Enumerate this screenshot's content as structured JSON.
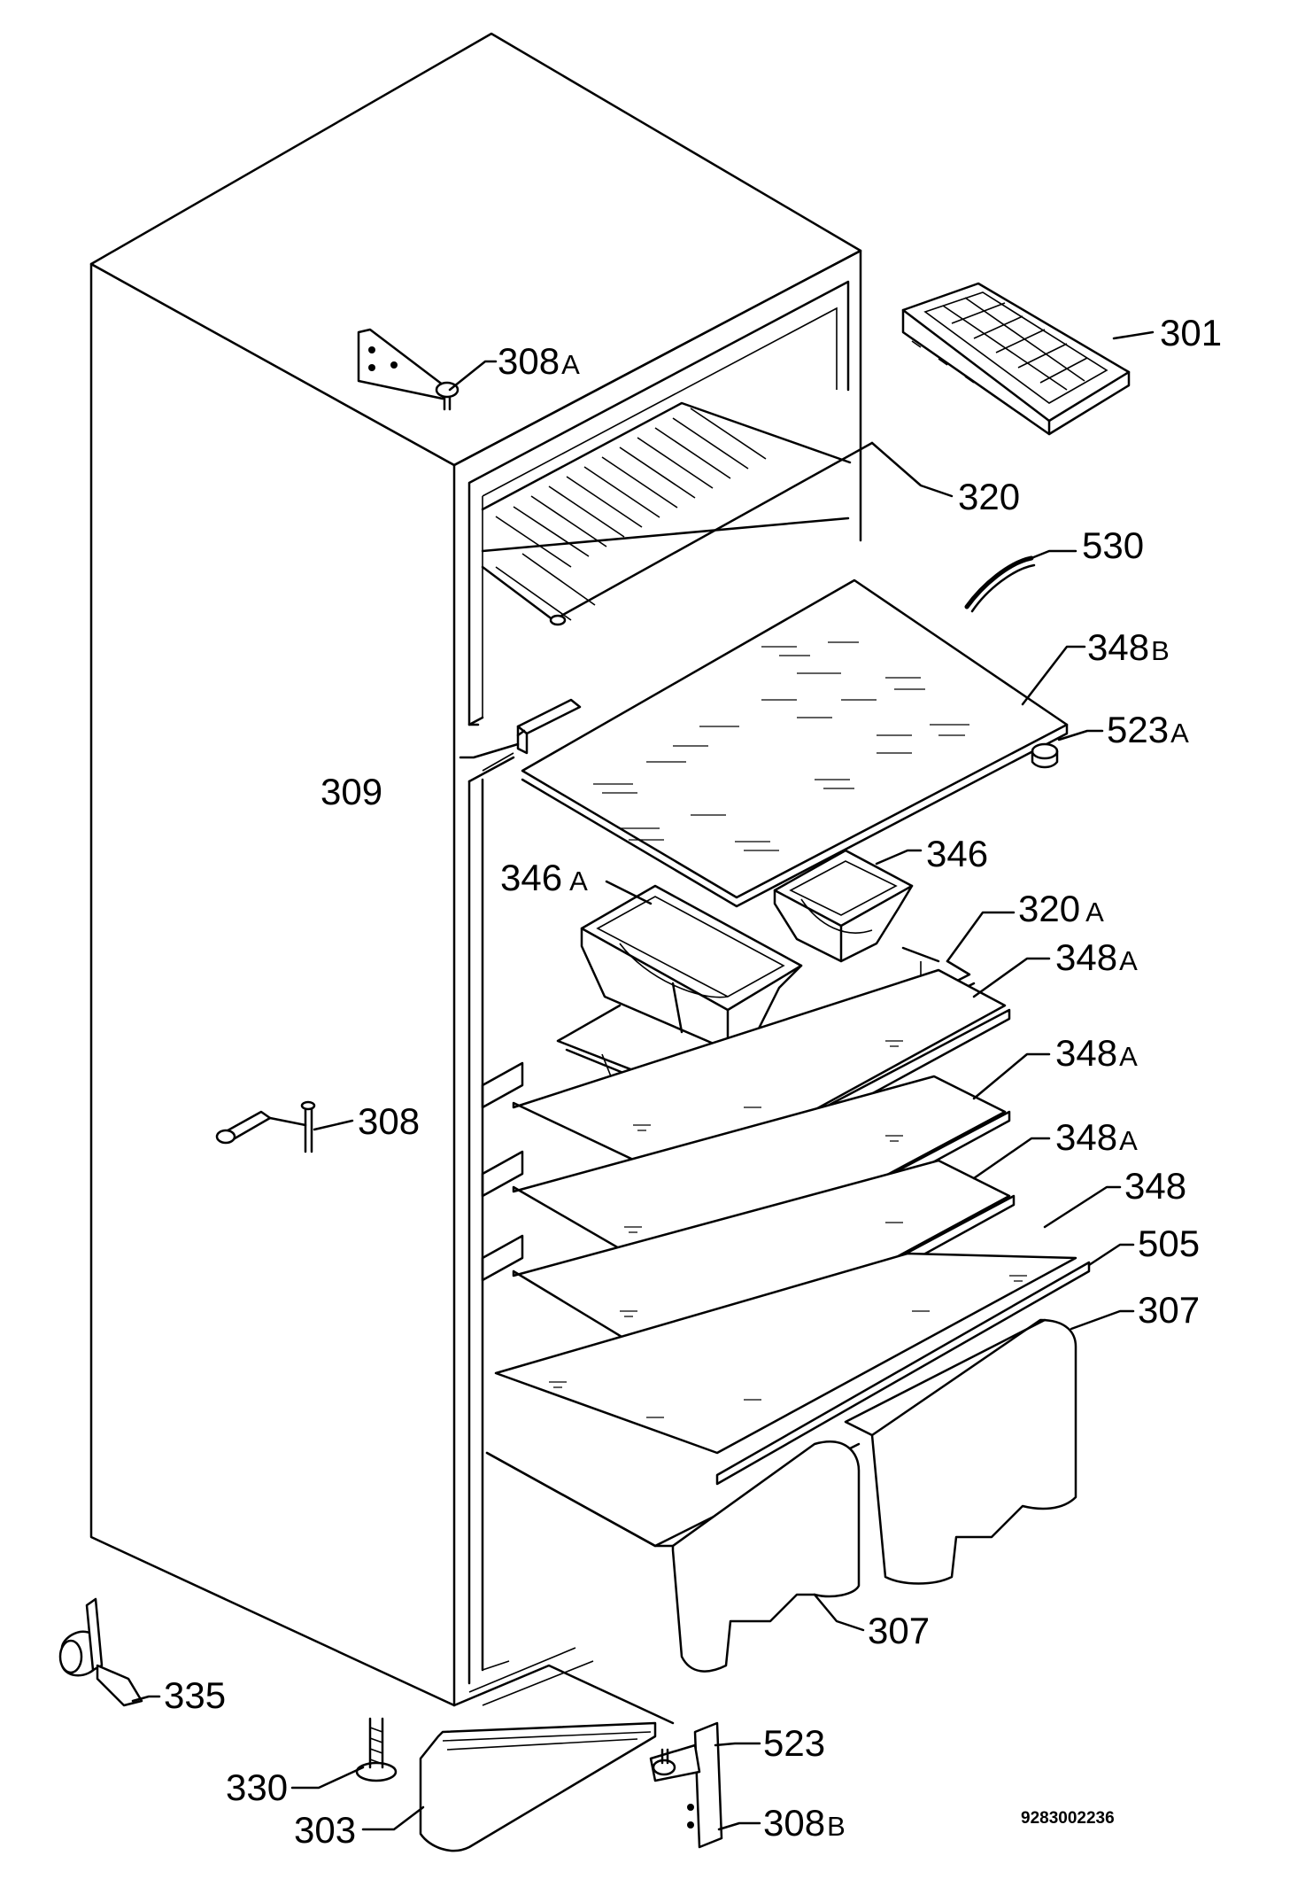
{
  "document": {
    "code": "9283002236"
  },
  "parts": [
    {
      "id": "301",
      "number": "301",
      "suffix": ""
    },
    {
      "id": "308A",
      "number": "308",
      "suffix": "A"
    },
    {
      "id": "320",
      "number": "320",
      "suffix": ""
    },
    {
      "id": "530",
      "number": "530",
      "suffix": ""
    },
    {
      "id": "348B",
      "number": "348",
      "suffix": "B"
    },
    {
      "id": "523A",
      "number": "523",
      "suffix": "A"
    },
    {
      "id": "309",
      "number": "309",
      "suffix": ""
    },
    {
      "id": "346A",
      "number": "346",
      "suffix": "A"
    },
    {
      "id": "346",
      "number": "346",
      "suffix": ""
    },
    {
      "id": "320A",
      "number": "320",
      "suffix": "A"
    },
    {
      "id": "348A_1",
      "number": "348",
      "suffix": "A"
    },
    {
      "id": "348A_2",
      "number": "348",
      "suffix": "A"
    },
    {
      "id": "348A_3",
      "number": "348",
      "suffix": "A"
    },
    {
      "id": "348",
      "number": "348",
      "suffix": ""
    },
    {
      "id": "505",
      "number": "505",
      "suffix": ""
    },
    {
      "id": "308",
      "number": "308",
      "suffix": ""
    },
    {
      "id": "307_upper",
      "number": "307",
      "suffix": ""
    },
    {
      "id": "307_lower",
      "number": "307",
      "suffix": ""
    },
    {
      "id": "335",
      "number": "335",
      "suffix": ""
    },
    {
      "id": "523",
      "number": "523",
      "suffix": ""
    },
    {
      "id": "330",
      "number": "330",
      "suffix": ""
    },
    {
      "id": "308B",
      "number": "308",
      "suffix": "B"
    },
    {
      "id": "303",
      "number": "303",
      "suffix": ""
    }
  ]
}
